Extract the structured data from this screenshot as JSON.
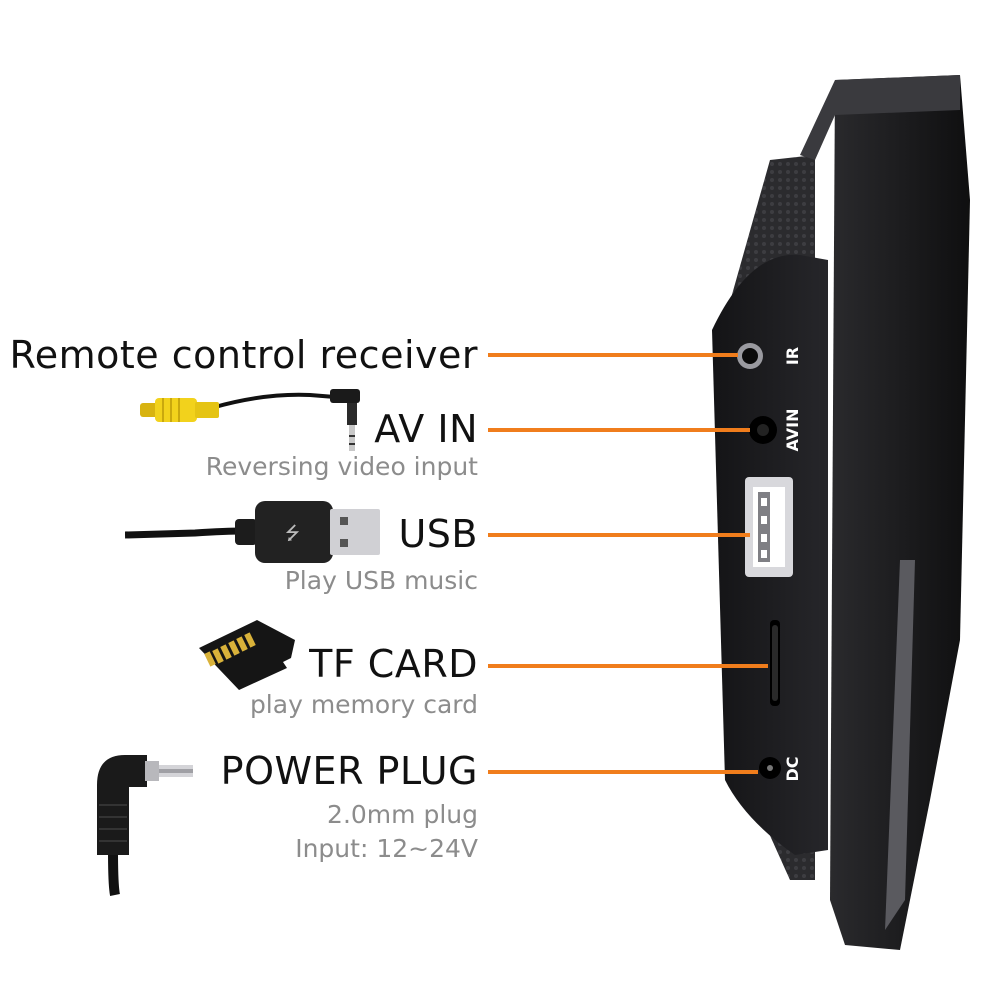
{
  "labels": {
    "remote": {
      "title": "Remote control receiver"
    },
    "avin": {
      "title": "AV IN",
      "subtitle": "Reversing video input"
    },
    "usb": {
      "title": "USB",
      "subtitle": "Play USB music"
    },
    "tf": {
      "title": "TF CARD",
      "subtitle": "play memory card"
    },
    "power": {
      "title": "POWER PLUG",
      "subtitle_1": "2.0mm plug",
      "subtitle_2": "Input: 12~24V"
    }
  },
  "ports": {
    "ir": "IR",
    "avin": "AVIN",
    "dc": "DC"
  },
  "colors": {
    "accent": "#f07d1c",
    "device": "#1c1c1e",
    "title_text": "#111111",
    "subtitle_text": "#8c8c8c",
    "rca_yellow": "#f2d21c"
  },
  "icons": [
    "rca-cable-icon",
    "usb-cable-icon",
    "microsd-card-icon",
    "dc-plug-icon"
  ]
}
